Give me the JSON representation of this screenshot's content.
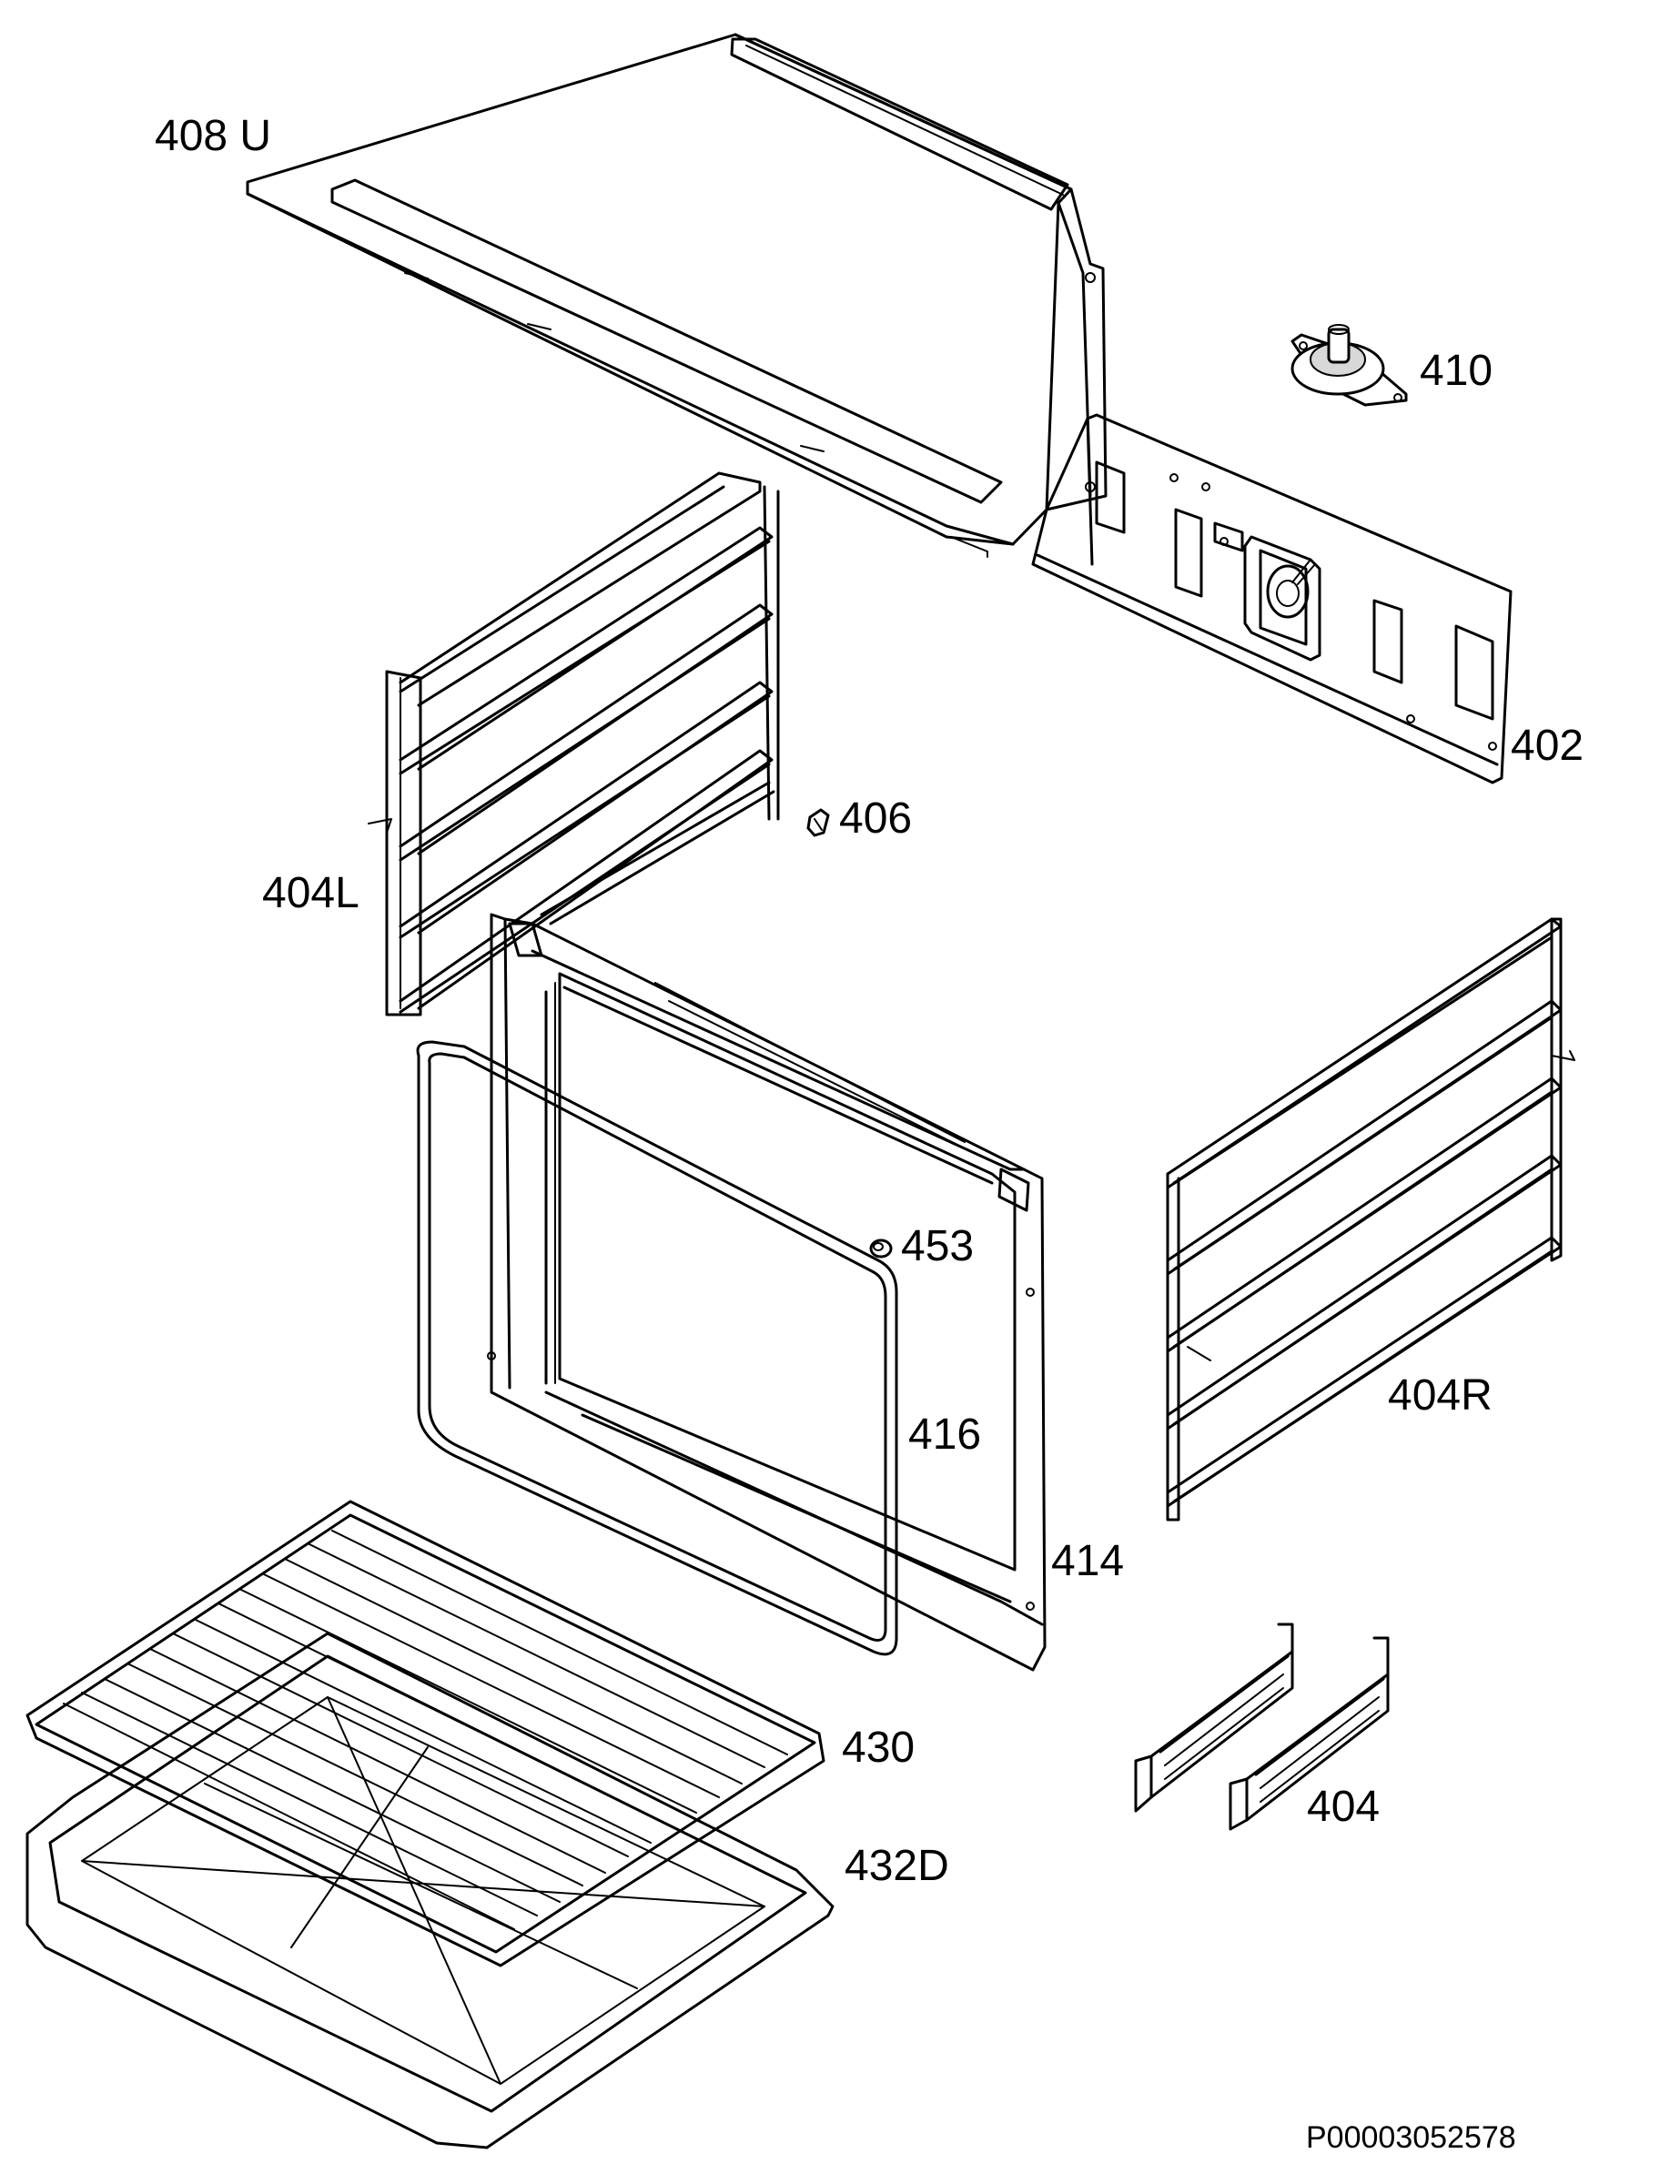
{
  "labels": {
    "p408u": "408 U",
    "p410": "410",
    "p402": "402",
    "p406": "406",
    "p404l": "404L",
    "p453": "453",
    "p416": "416",
    "p414": "414",
    "p404r": "404R",
    "p430": "430",
    "p432d": "432D",
    "p404": "404"
  },
  "reference_code": "P00003052578"
}
